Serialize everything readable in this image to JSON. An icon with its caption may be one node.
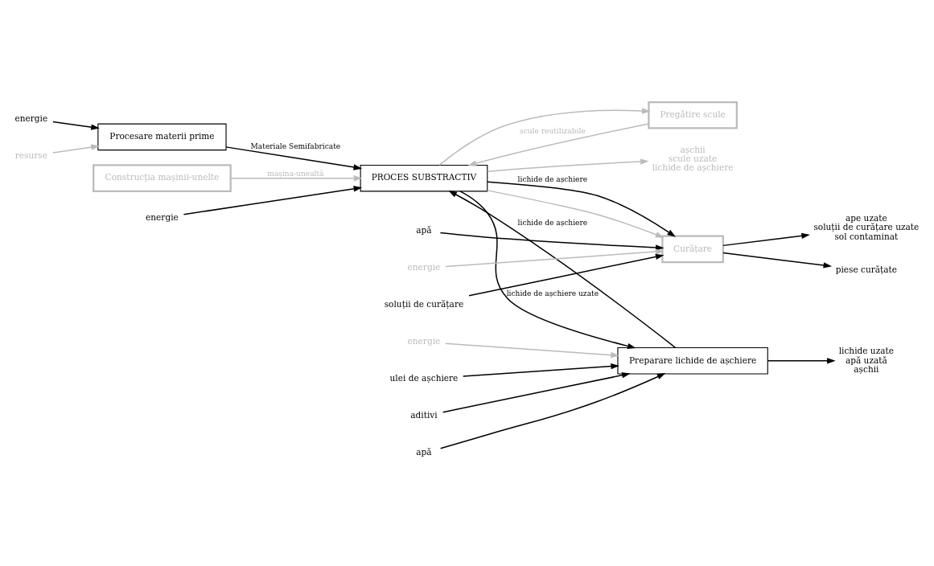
{
  "diagram": {
    "nodes": [
      {
        "text": [
          "Procesare materii prime"
        ]
      },
      {
        "text": [
          "PROCES SUBSTRACTIV"
        ]
      },
      {
        "text": [
          "Pregătire scule"
        ]
      },
      {
        "text": [
          "Construcția mașinii-unelte"
        ]
      },
      {
        "text": [
          "Curățare"
        ]
      },
      {
        "text": [
          "Preparare lichide de așchiere"
        ]
      },
      {
        "text": [
          "energie"
        ]
      },
      {
        "text": [
          "resurse"
        ]
      },
      {
        "text": [
          "energie"
        ]
      },
      {
        "text": [
          "apă"
        ]
      },
      {
        "text": [
          "energie"
        ]
      },
      {
        "text": [
          "soluții de curățare"
        ]
      },
      {
        "text": [
          "piese curățate"
        ]
      },
      {
        "text": [
          "ape uzate",
          "soluții de curățare uzate",
          "sol contaminat"
        ]
      },
      {
        "text": [
          "așchii",
          "scule uzate",
          "lichide de așchiere"
        ]
      },
      {
        "text": [
          "ulei de așchiere"
        ]
      },
      {
        "text": [
          "aditivi"
        ]
      },
      {
        "text": [
          "lichide uzate",
          "apă uzată",
          "așchii"
        ]
      },
      {
        "text": [
          "apă"
        ]
      },
      {
        "text": [
          "energie"
        ]
      }
    ],
    "edges": [
      {
        "from": 6,
        "to": 0,
        "arrow": "to"
      },
      {
        "from": 7,
        "to": 0,
        "arrow": "to",
        "color": "#bbbbbb"
      },
      {
        "from": 0,
        "to": 1,
        "arrow": "to",
        "label": "Materiale Semifabricate"
      },
      {
        "from": 2,
        "to": 1,
        "arrow": "to",
        "label": "scule reutilizabile",
        "color": "#bbbbbb"
      },
      {
        "from": 1,
        "to": 2,
        "arrow": "to",
        "color": "#bbbbbb"
      },
      {
        "from": 8,
        "to": 1,
        "arrow": "to"
      },
      {
        "from": 3,
        "to": 1,
        "arrow": "to",
        "label": "mașina-unealtă",
        "color": "#bbbbbb"
      },
      {
        "from": 1,
        "to": 4,
        "arrow": "to",
        "color": "#bbbbbb"
      },
      {
        "from": 1,
        "to": 4,
        "arrow": "to",
        "label": "lichide de așchiere"
      },
      {
        "from": 1,
        "to": 14,
        "arrow": "to",
        "color": "#bbbbbb"
      },
      {
        "from": 9,
        "to": 4,
        "arrow": "to"
      },
      {
        "from": 10,
        "to": 4,
        "arrow": "to",
        "color": "#bbbbbb"
      },
      {
        "from": 11,
        "to": 4,
        "arrow": "to"
      },
      {
        "from": 4,
        "to": 12,
        "arrow": "to"
      },
      {
        "from": 4,
        "to": 13,
        "arrow": "to"
      },
      {
        "from": 5,
        "to": 1,
        "arrow": "to",
        "label": "lichide de așchiere"
      },
      {
        "from": 1,
        "to": 5,
        "arrow": "to",
        "label": "lichide de așchiere uzate"
      },
      {
        "from": 15,
        "to": 5,
        "arrow": "to"
      },
      {
        "from": 16,
        "to": 5,
        "arrow": "to"
      },
      {
        "from": 5,
        "to": 17,
        "arrow": "to"
      },
      {
        "from": 18,
        "to": 5,
        "arrow": "to"
      },
      {
        "from": 19,
        "to": 5,
        "arrow": "to",
        "color": "#bbbbbb"
      }
    ]
  }
}
